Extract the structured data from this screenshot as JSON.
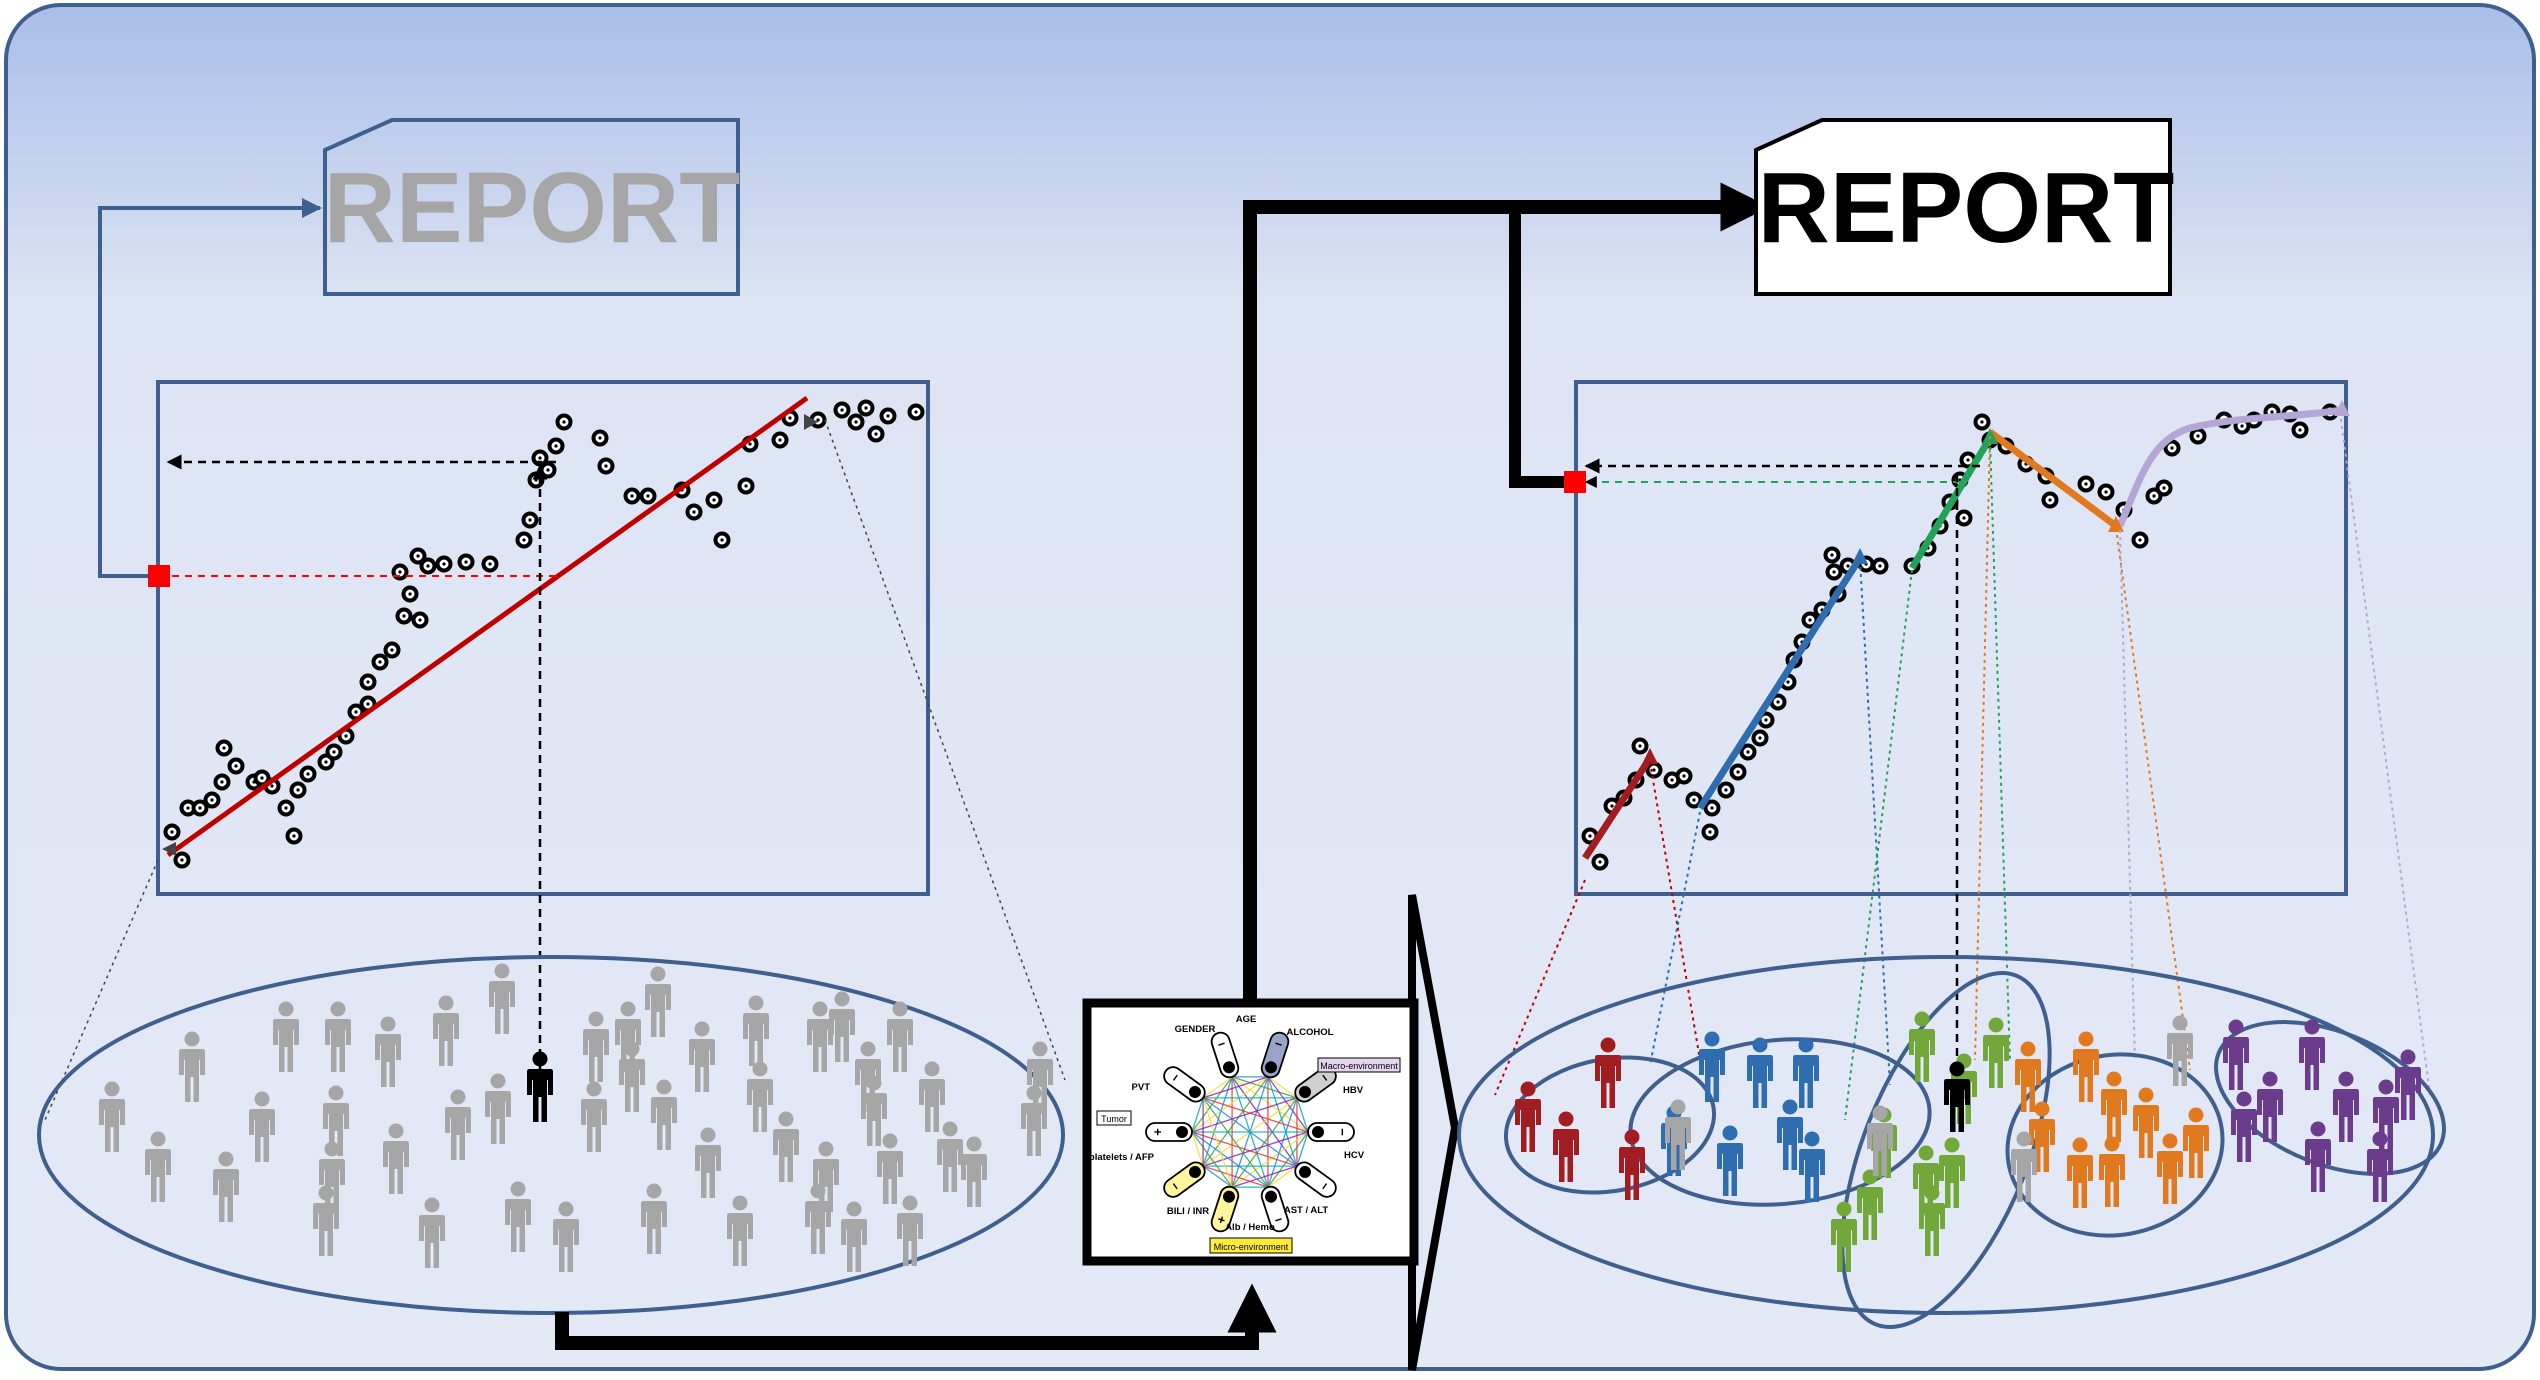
{
  "left_report": {
    "label": "REPORT"
  },
  "right_report": {
    "label": "REPORT"
  },
  "network": {
    "nodes": [
      {
        "label": "GENDER",
        "sign": "−"
      },
      {
        "label": "AGE",
        "sign": "−"
      },
      {
        "label": "ALCOHOL",
        "sign": "−"
      },
      {
        "label": "HBV",
        "sign": "−"
      },
      {
        "label": "HCV",
        "sign": "−"
      },
      {
        "label": "AST / ALT",
        "sign": "−"
      },
      {
        "label": "Alb / Hemo",
        "sign": "+"
      },
      {
        "label": "BILI / INR",
        "sign": "−"
      },
      {
        "label": "platelets / AFP",
        "sign": "+"
      },
      {
        "label": "PVT",
        "sign": "−"
      }
    ],
    "macro_label": "Macro-environment",
    "tumor_label": "Tumor",
    "micro_label": "Micro-environment"
  },
  "colors": {
    "background_top": "#a9bee8",
    "background_bottom": "#e4e9f6",
    "frame": "#3f5f8f",
    "trend_left": "#c00000",
    "marker": "#ff0000",
    "grey_person": "#a6a6a6",
    "cluster_red": "#a11d21",
    "cluster_blue": "#2e6db0",
    "cluster_green": "#72a83a",
    "cluster_orange": "#e17a1f",
    "cluster_purple": "#6c3c8c",
    "lavender": "#b4a7d6",
    "report_grey": "#a6a6a6"
  }
}
